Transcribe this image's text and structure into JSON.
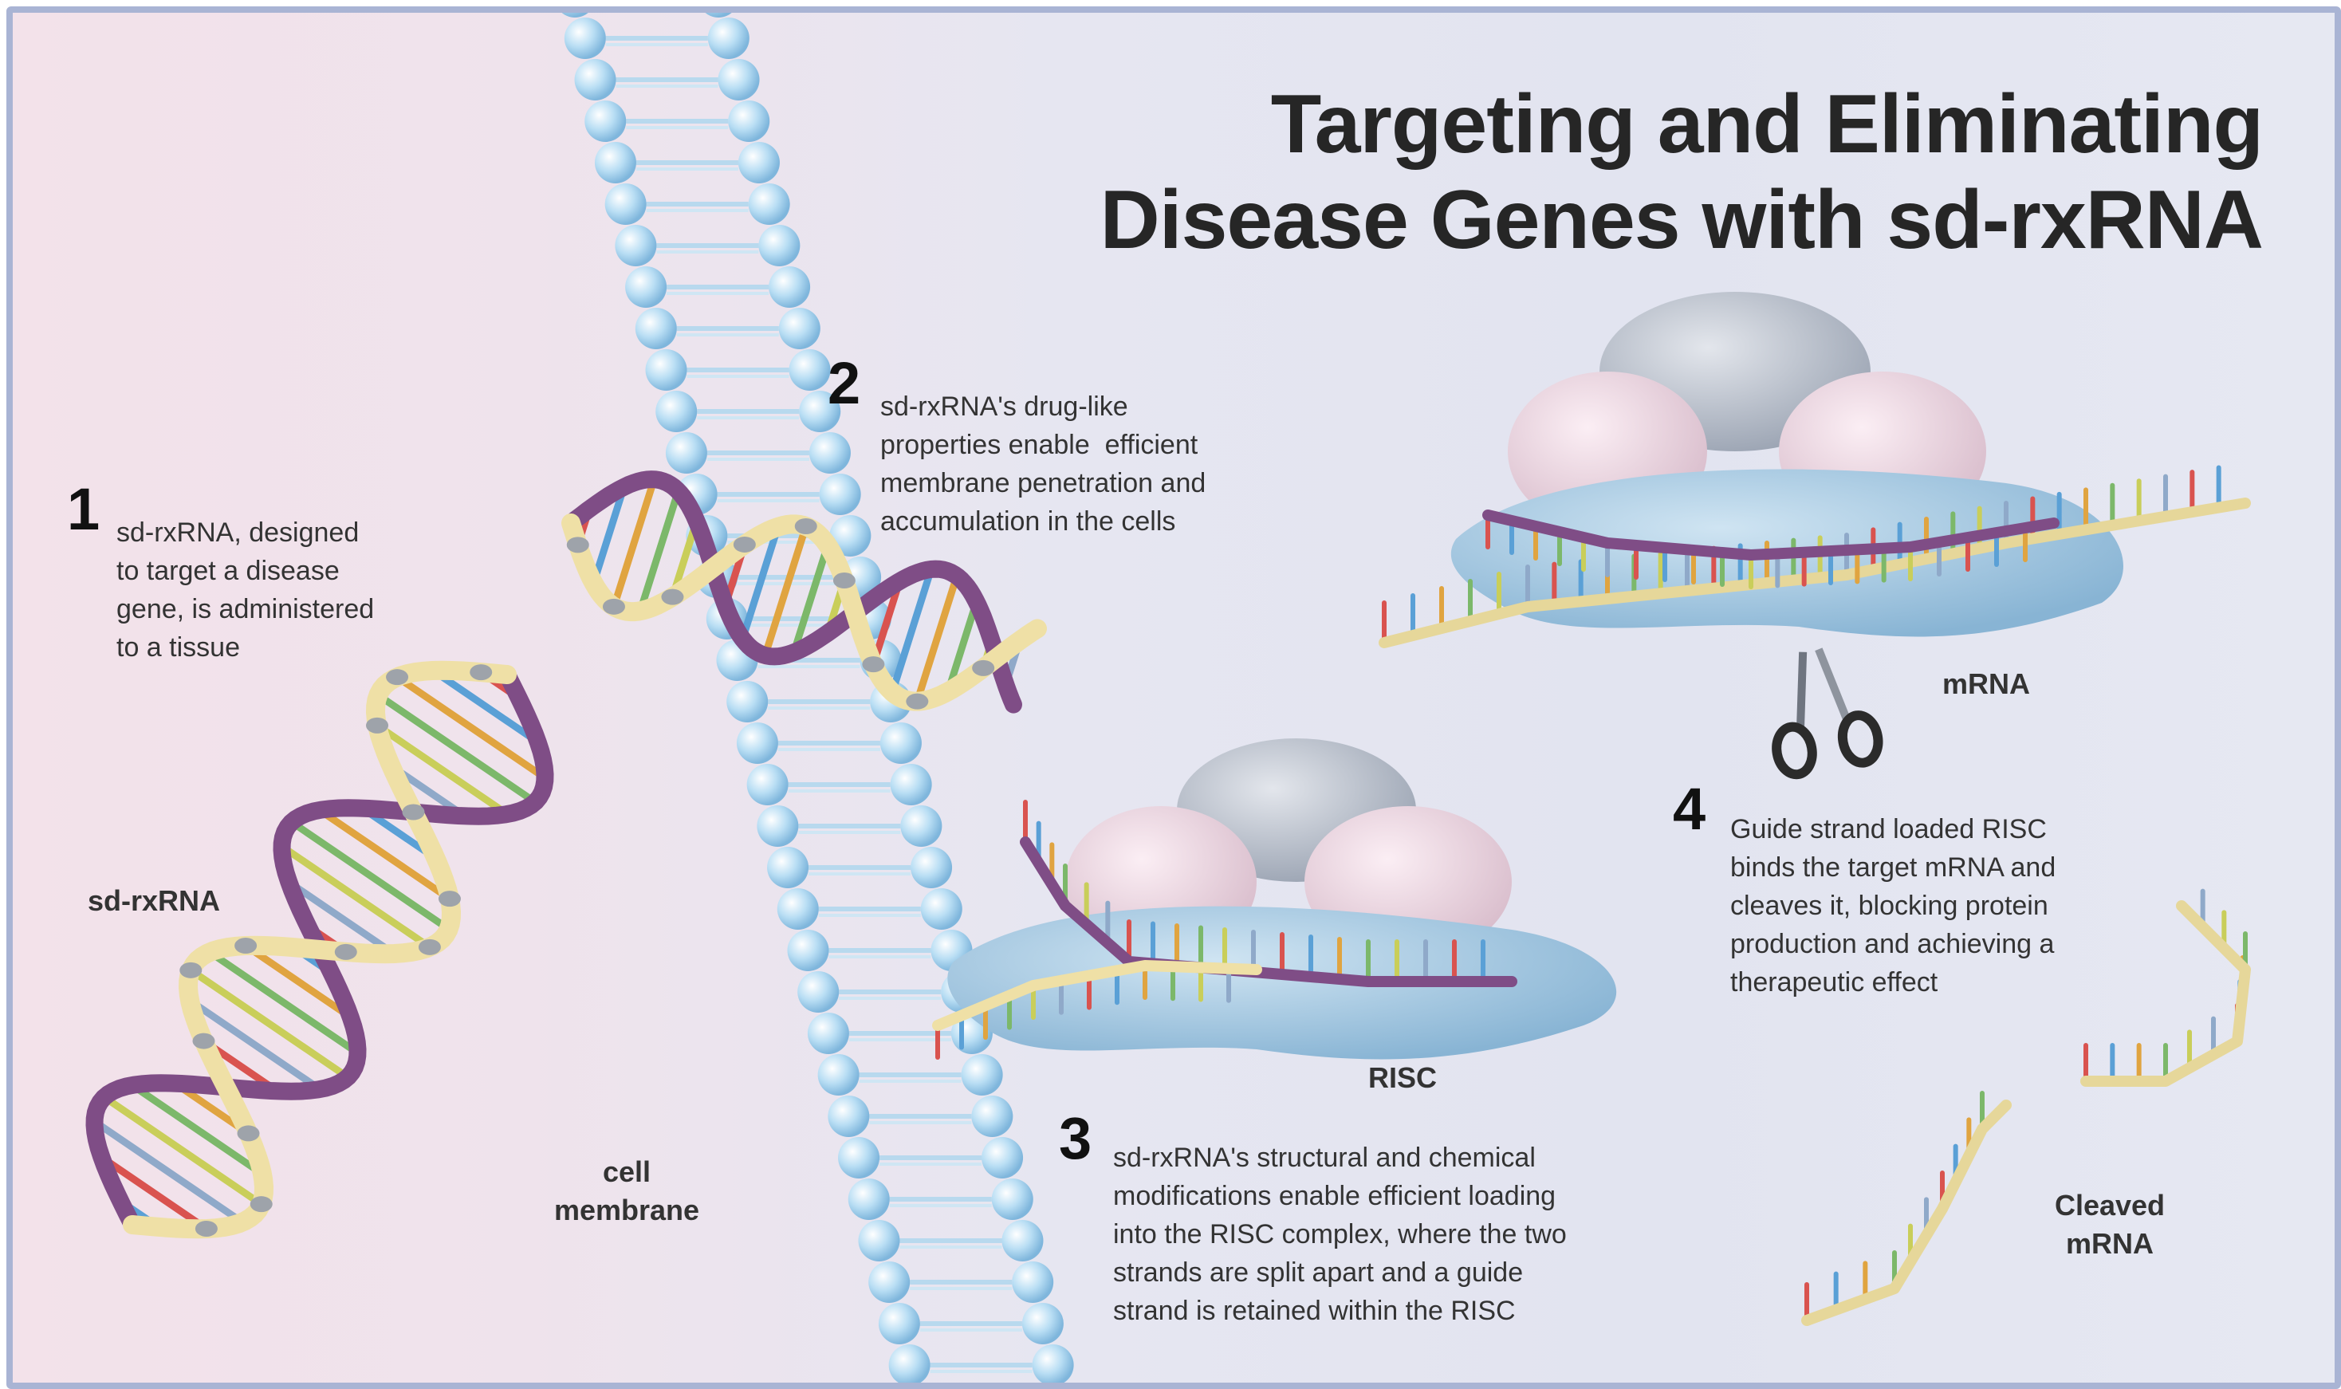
{
  "title": {
    "line1": "Targeting and Eliminating",
    "line2": "Disease Genes with sd-rxRNA"
  },
  "steps": [
    {
      "number": "1",
      "lines": [
        "sd-rxRNA, designed",
        "to target a disease",
        "gene, is administered",
        "to a tissue"
      ]
    },
    {
      "number": "2",
      "lines": [
        "sd-rxRNA's drug-like",
        "properties enable  efficient",
        "membrane penetration and",
        "accumulation in the cells"
      ]
    },
    {
      "number": "3",
      "lines": [
        "sd-rxRNA's structural and chemical",
        "modifications enable efficient loading",
        "into the RISC complex, where the two",
        "strands are split apart and a guide",
        "strand is retained within the RISC"
      ]
    },
    {
      "number": "4",
      "lines": [
        "Guide strand loaded RISC",
        "binds the target mRNA and",
        "cleaves it, blocking protein",
        "production and achieving a",
        "therapeutic effect"
      ]
    }
  ],
  "labels": {
    "sdrxrna": "sd-rxRNA",
    "membrane_1": "cell",
    "membrane_2": "membrane",
    "risc": "RISC",
    "mrna": "mRNA",
    "cleaved_1": "Cleaved",
    "cleaved_2": "mRNA"
  },
  "colors": {
    "membrane_bead": "#a8d4ef",
    "risc_blue": "#9fc6e0",
    "risc_pink": "#ecd3df",
    "risc_grey": "#b9c0cc",
    "backbone_yellow": "#efe0a6",
    "backbone_purple": "#7f4d86",
    "title": "#262626"
  }
}
